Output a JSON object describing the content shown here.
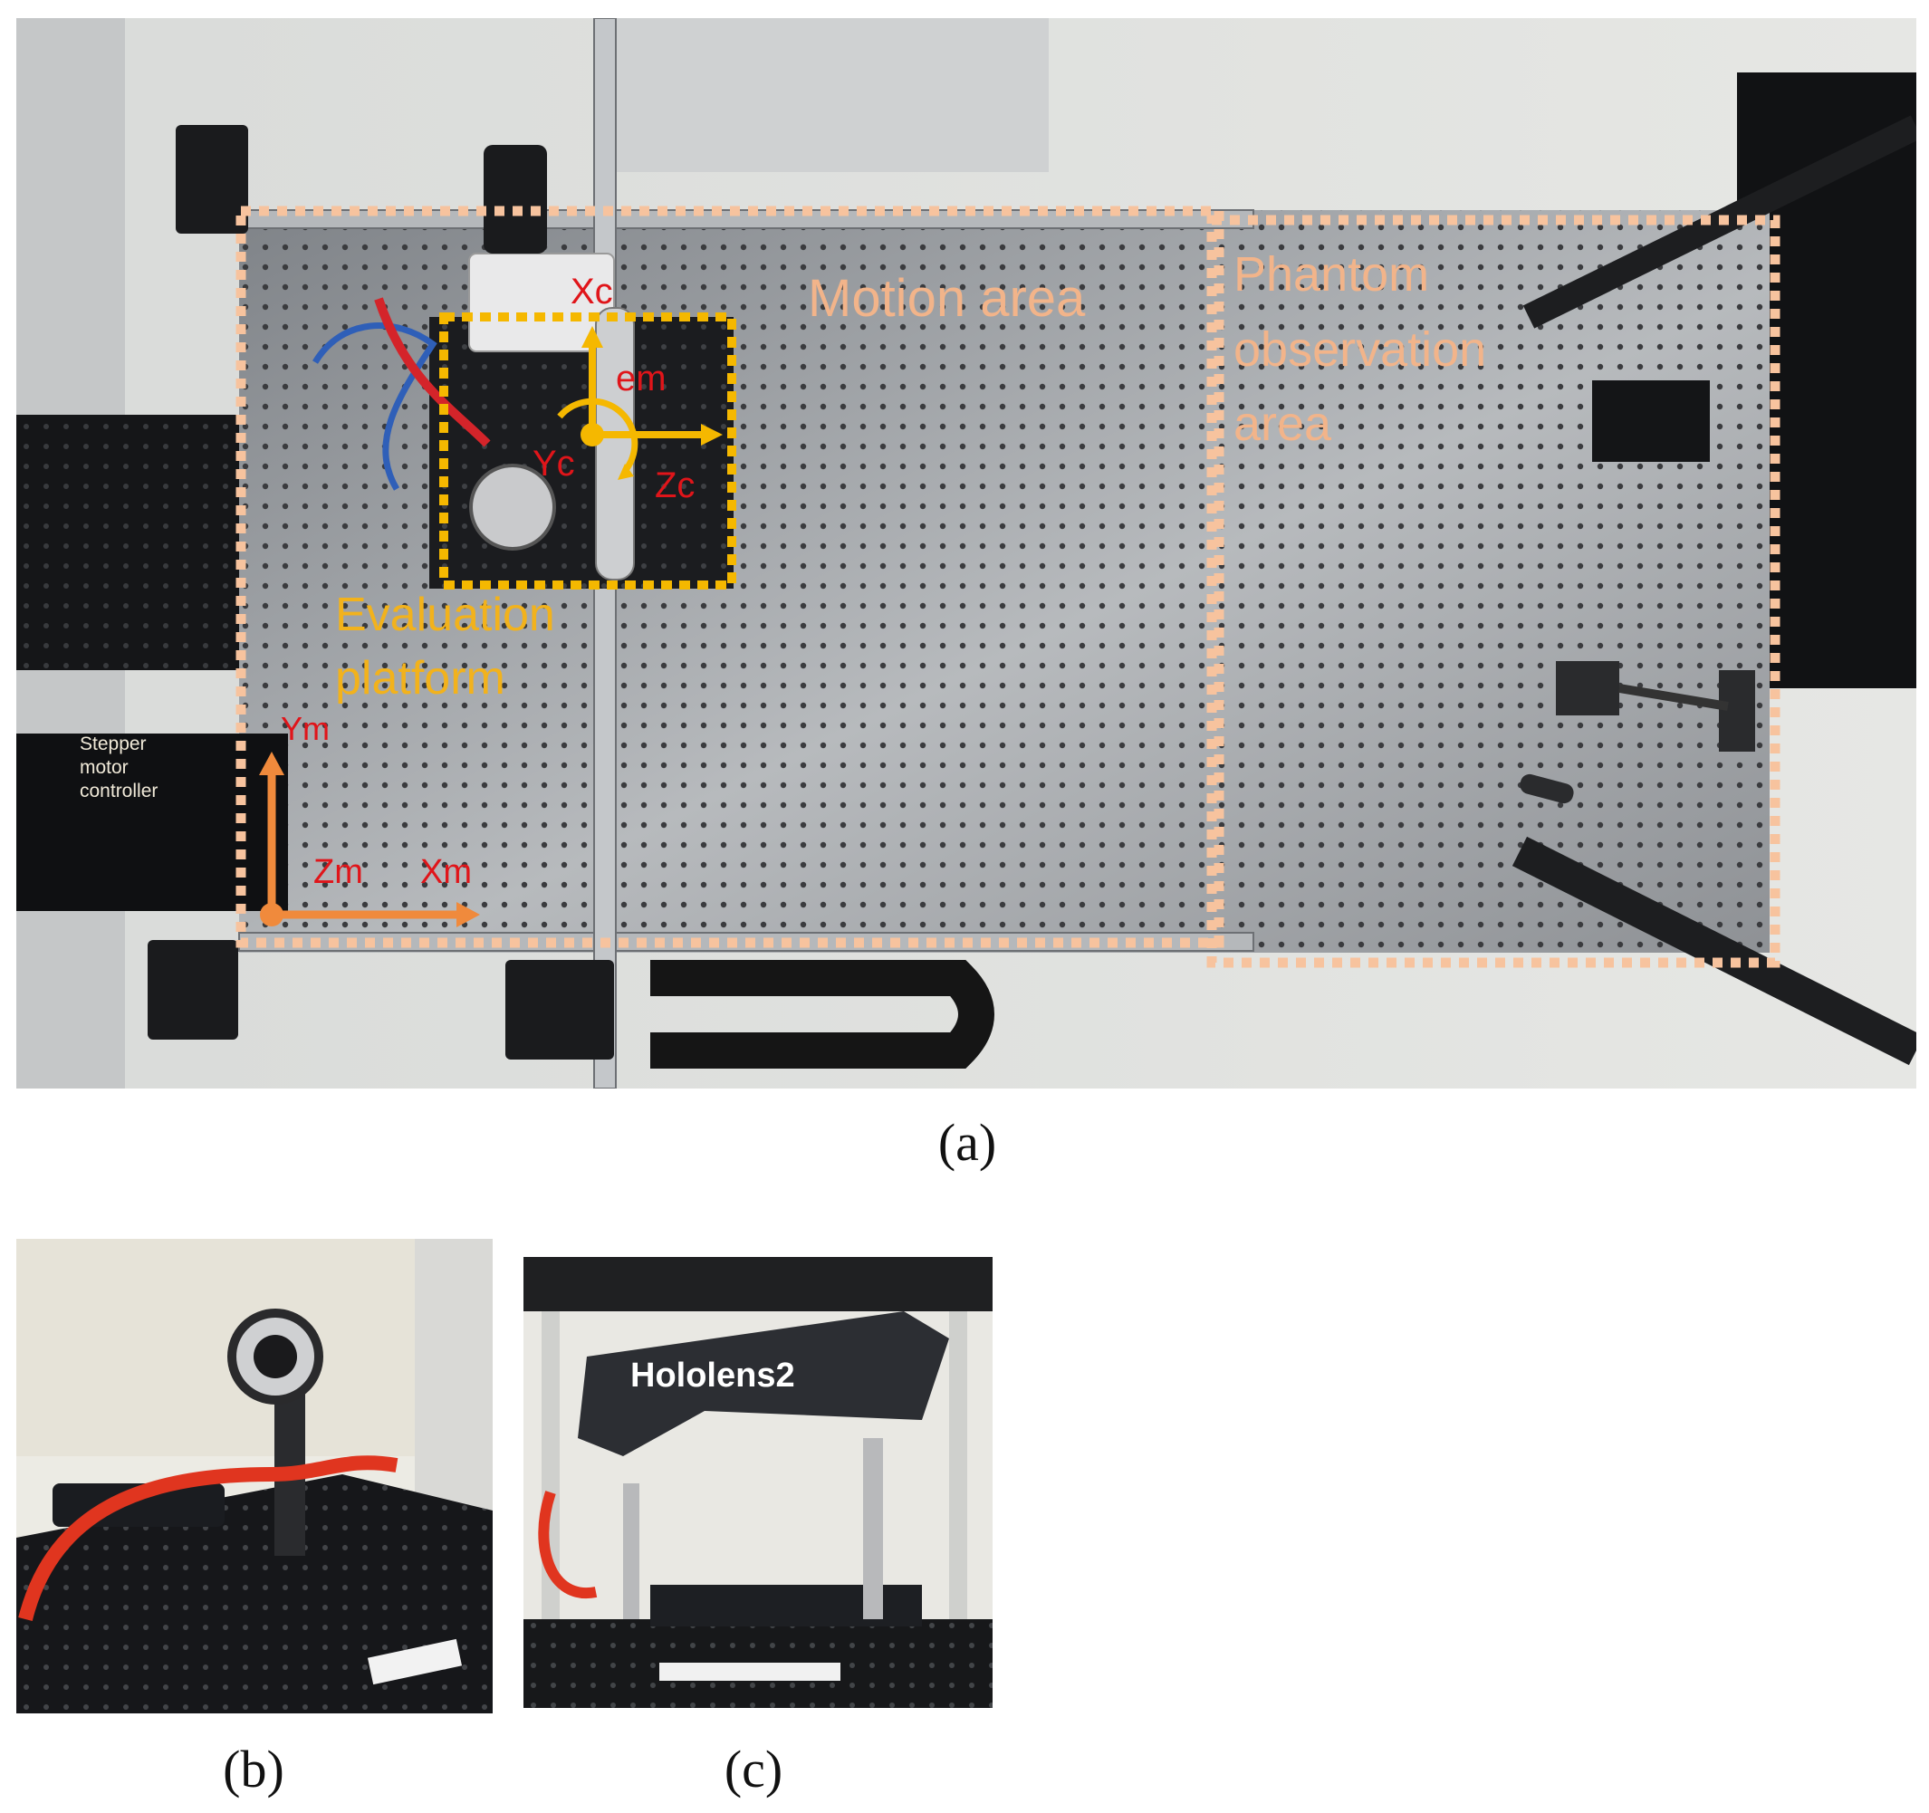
{
  "panel_a": {
    "caption": "(a)",
    "labels": {
      "motion_area": "Motion area",
      "phantom_area_line1": "Phantom",
      "phantom_area_line2": "observation",
      "phantom_area_line3": "area",
      "evaluation_line1": "Evaluation",
      "evaluation_line2": "platform",
      "stepper_line1": "Stepper",
      "stepper_line2": "motor",
      "stepper_line3": "controller",
      "xc": "Xc",
      "yc": "Yc",
      "zc": "Zc",
      "em": "em",
      "ym": "Ym",
      "xm": "Xm",
      "zm": "Zm"
    }
  },
  "panel_b": {
    "caption": "(b)"
  },
  "panel_c": {
    "caption": "(c)",
    "device_label": "Hololens2"
  },
  "colors": {
    "peach_dash": "#f7c39e",
    "gold_dash": "#f5b800",
    "orange_axis": "#f08a3c",
    "red_label": "#e0151a",
    "breadboard": "#8c8f93"
  }
}
